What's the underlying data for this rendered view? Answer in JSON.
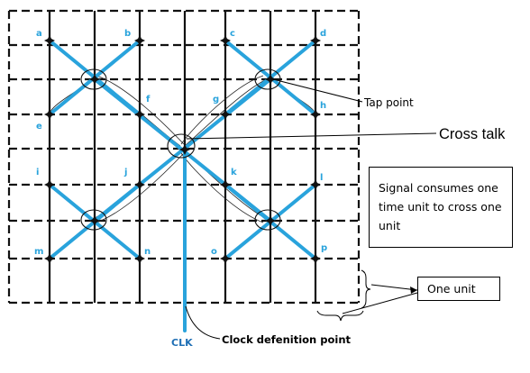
{
  "nodes": [
    "a",
    "b",
    "c",
    "d",
    "e",
    "f",
    "g",
    "h",
    "i",
    "j",
    "k",
    "l",
    "m",
    "n",
    "o",
    "p"
  ],
  "annotations": {
    "tap_point": "Tap point",
    "cross_talk": "Cross talk",
    "clk": "CLK",
    "clock_definition_point": "Clock defenition point",
    "note_lines": [
      "Signal consumes one",
      "time unit to cross one",
      "unit"
    ],
    "one_unit": "One unit"
  },
  "colors": {
    "wire": "#29a3dc",
    "grid": "#111111",
    "node_label": "#29a3dc",
    "text": "#000000"
  }
}
